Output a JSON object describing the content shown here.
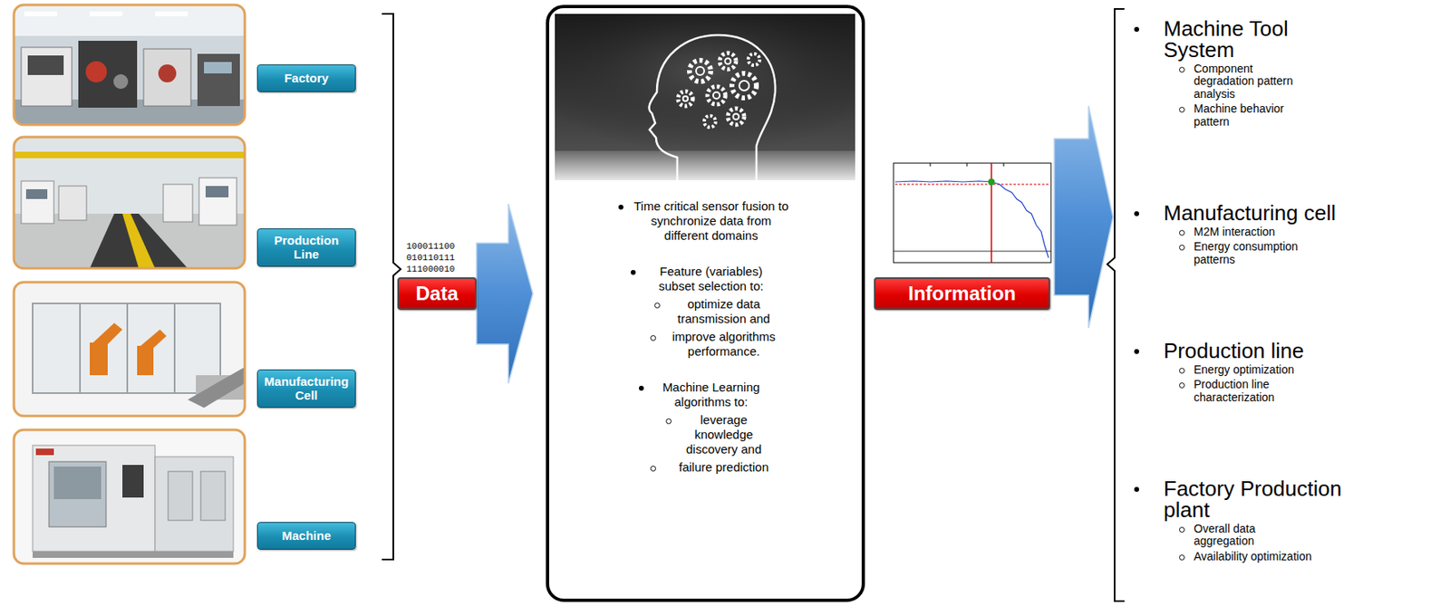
{
  "diagram": {
    "nodes": [
      {
        "text": [
          "Factory"
        ]
      },
      {
        "text": [
          "Production Line"
        ]
      },
      {
        "text": [
          "Manufacturing Cell"
        ]
      },
      {
        "text": [
          "Machine"
        ]
      },
      {
        "text": [
          "Data"
        ]
      },
      {
        "text": [
          "Time critical sensor fusion to synchronize data from different domains",
          "Feature (variables) subset selection to:",
          "optimize data transmission and",
          "improve algorithms performance.",
          "Machine Learning algorithms to:",
          "leverage knowledge discovery and",
          "failure prediction"
        ]
      },
      {
        "text": [
          "Information"
        ]
      },
      {
        "text": [
          "Machine Tool System",
          "Component degradation pattern analysis",
          "Machine behavior pattern",
          "Manufacturing cell",
          "M2M interaction",
          "Energy consumption patterns",
          "Production line",
          "Energy optimization",
          "Production line characterization",
          "Factory Production plant",
          "Overall data aggregation",
          "Availability optimization"
        ]
      }
    ],
    "edges": [
      {
        "from": 4,
        "to": 5,
        "arrow": "to"
      },
      {
        "from": 6,
        "to": 7,
        "arrow": "to"
      }
    ],
    "labels": [
      "100011100 010110111 111000010"
    ]
  }
}
